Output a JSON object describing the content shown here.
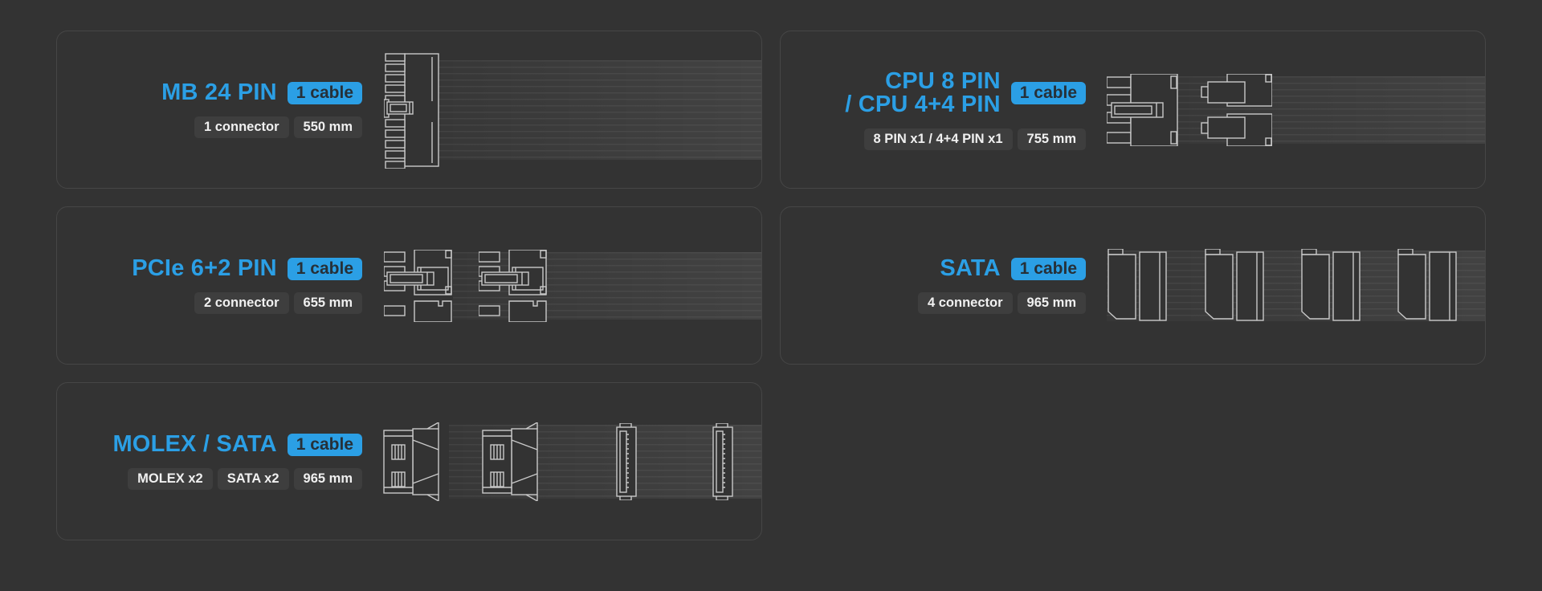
{
  "colors": {
    "page_background": "#333333",
    "accent_blue": "#2B9FE5",
    "card_border": "#464646",
    "chip_background": "#3E3E3E",
    "badge_text": "#263038",
    "connector_line": "#C9C9C9"
  },
  "cards": [
    {
      "title_line1": "MB 24 PIN",
      "title_line2": "",
      "badge": "1 cable",
      "chips": {
        "0": "1 connector",
        "1": "550 mm",
        "2": ""
      },
      "drawing": "atx-24pin-connector"
    },
    {
      "title_line1": "CPU 8 PIN",
      "title_line2": "/ CPU 4+4 PIN",
      "badge": "1 cable",
      "chips": {
        "0": "8 PIN x1 / 4+4 PIN x1",
        "1": "755 mm",
        "2": ""
      },
      "drawing": "cpu-8pin-and-4plus4-connectors"
    },
    {
      "title_line1": "PCIe 6+2 PIN",
      "title_line2": "",
      "badge": "1 cable",
      "chips": {
        "0": "2 connector",
        "1": "655 mm",
        "2": ""
      },
      "drawing": "pcie-6plus2-connectors"
    },
    {
      "title_line1": "SATA",
      "title_line2": "",
      "badge": "1 cable",
      "chips": {
        "0": "4 connector",
        "1": "965 mm",
        "2": ""
      },
      "drawing": "sata-connectors"
    },
    {
      "title_line1": "MOLEX / SATA",
      "title_line2": "",
      "badge": "1 cable",
      "chips": {
        "0": "MOLEX x2",
        "1": "SATA x2",
        "2": "965 mm"
      },
      "drawing": "molex-and-sata-connectors"
    }
  ]
}
